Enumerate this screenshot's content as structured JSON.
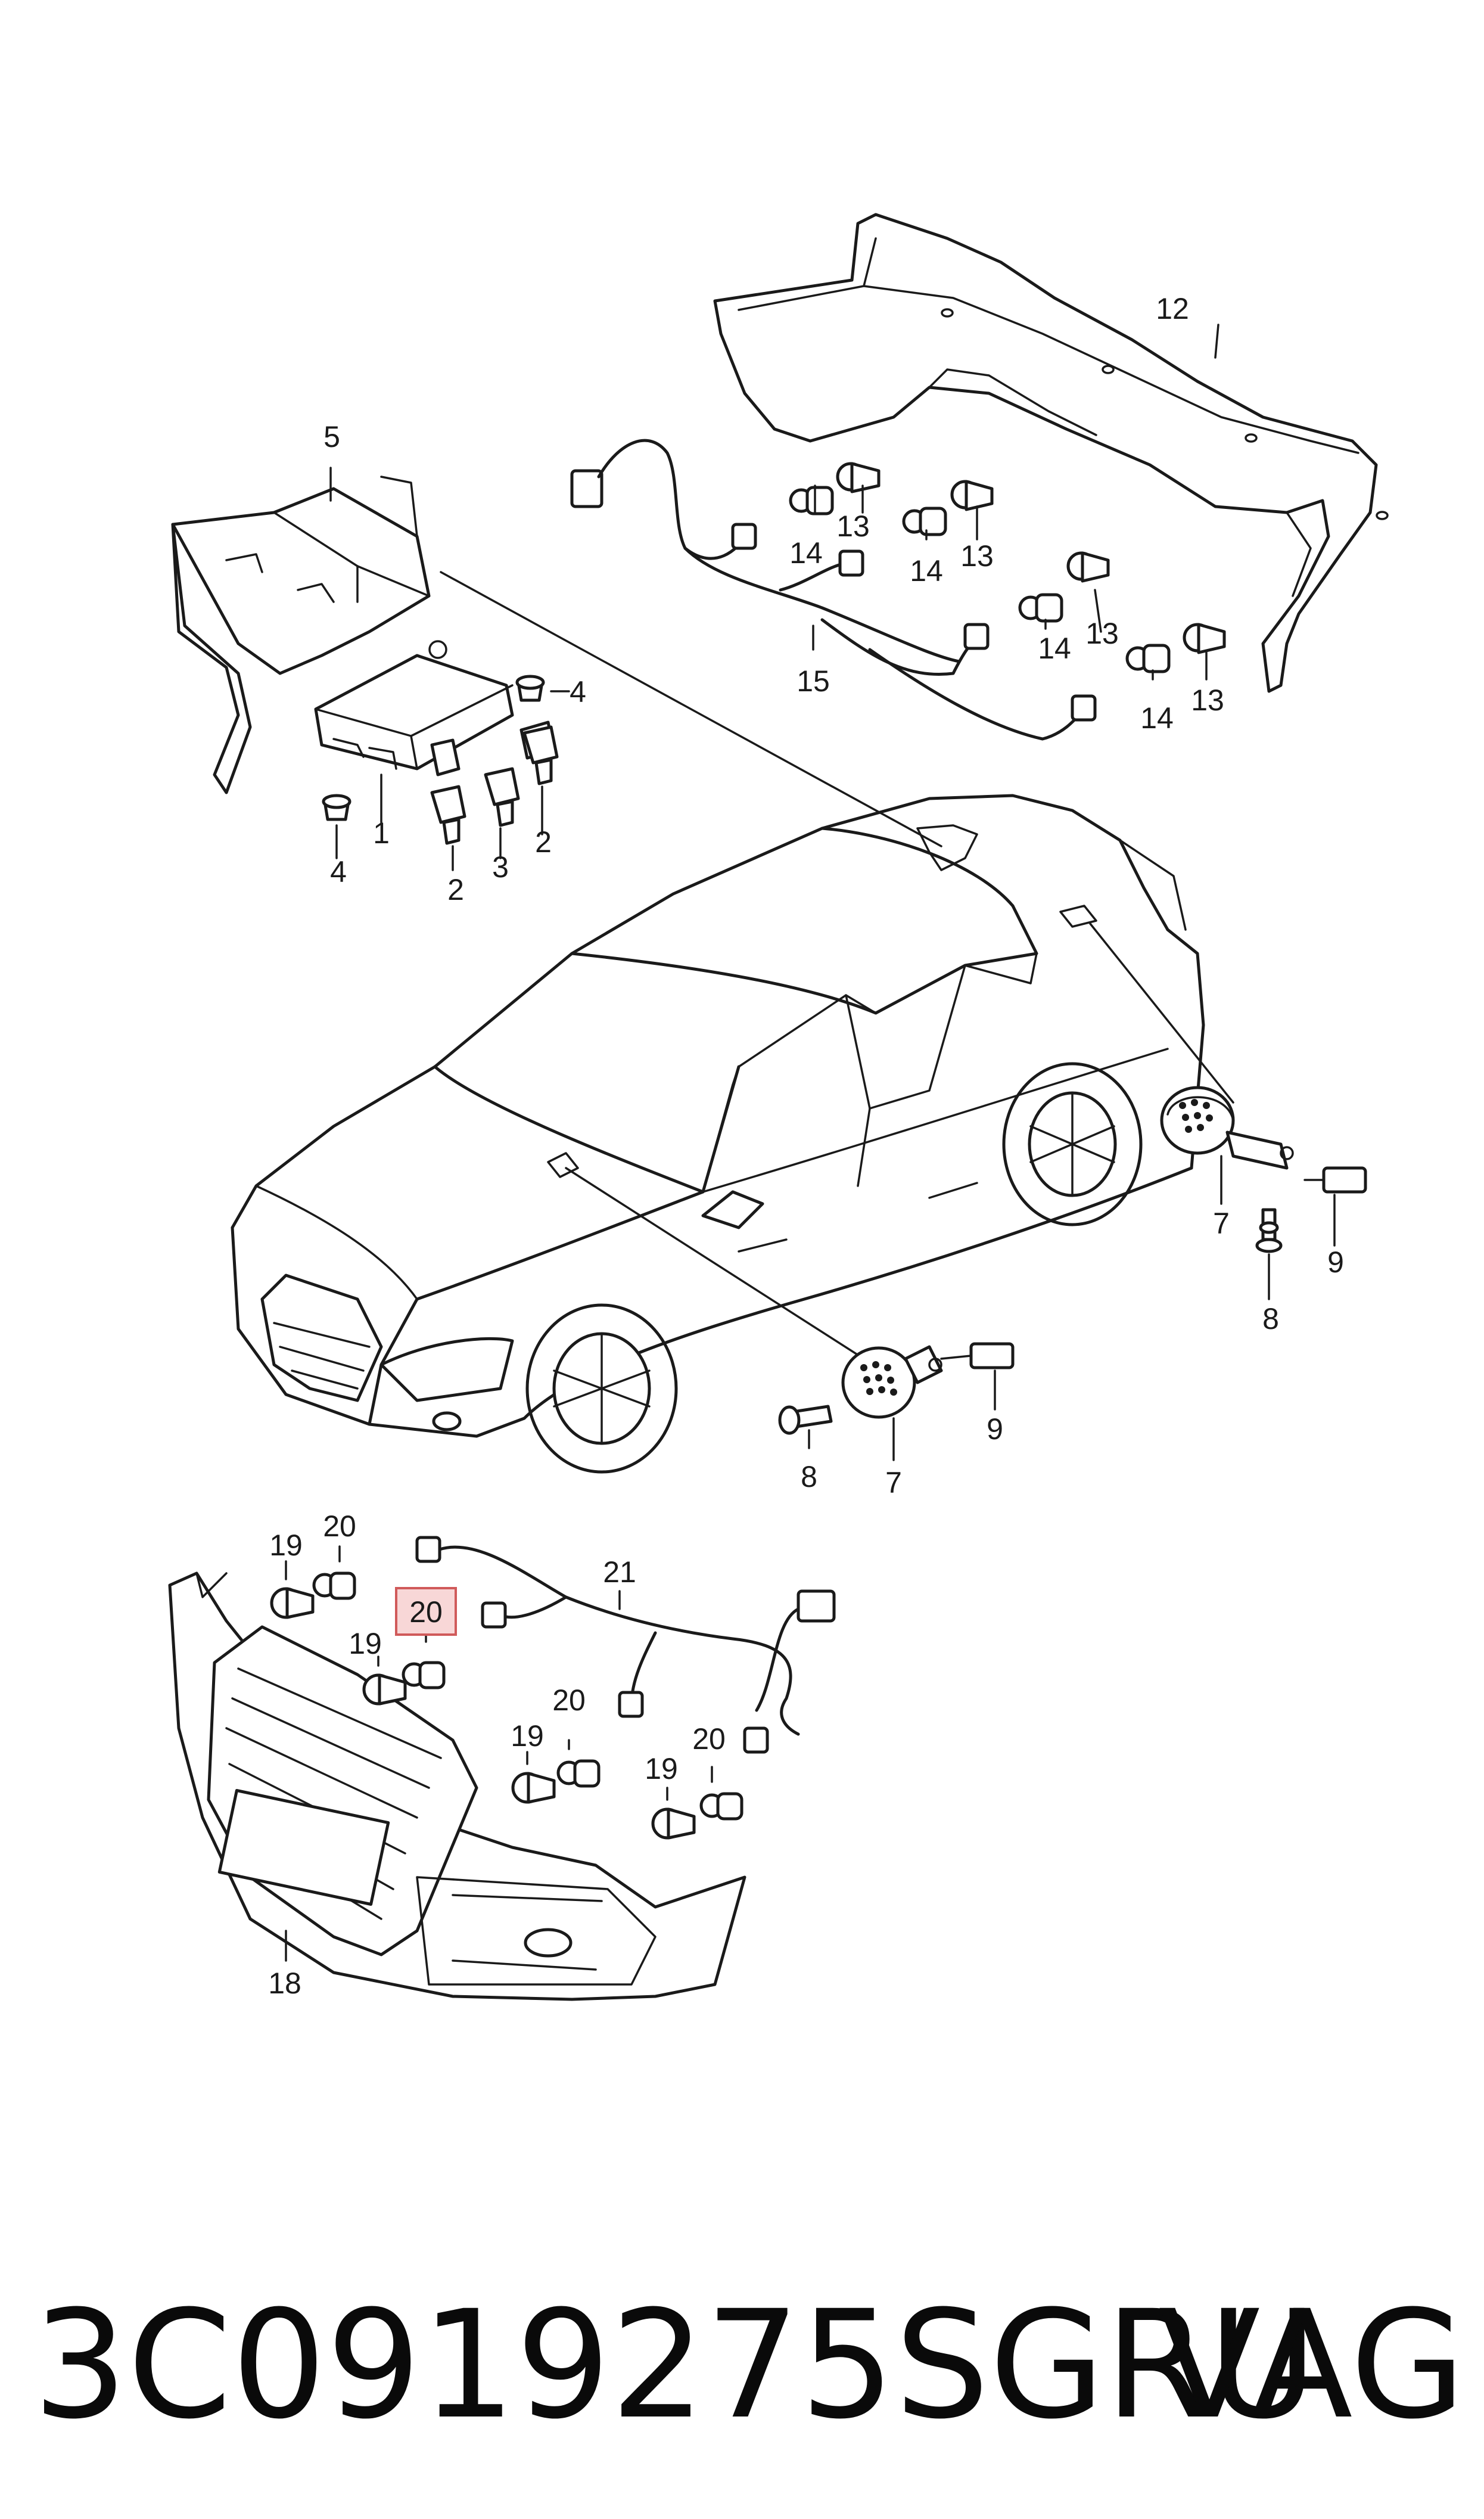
{
  "diagram": {
    "callouts": {
      "c1": "1",
      "c2a": "2",
      "c2b": "2",
      "c3": "3",
      "c4a": "4",
      "c4b": "4",
      "c5": "5",
      "c7a": "7",
      "c7b": "7",
      "c8a": "8",
      "c8b": "8",
      "c9a": "9",
      "c9b": "9",
      "c12": "12",
      "c13a": "13",
      "c13b": "13",
      "c13c": "13",
      "c13d": "13",
      "c14a": "14",
      "c14b": "14",
      "c14c": "14",
      "c14d": "14",
      "c15": "15",
      "c18": "18",
      "c19a": "19",
      "c19b": "19",
      "c19c": "19",
      "c19d": "19",
      "c20a": "20",
      "c20b": "20",
      "c20c": "20",
      "c20d": "20",
      "c21": "21"
    },
    "highlighted_part": "20",
    "highlight_color": "#f8d7d7"
  },
  "footer": {
    "part_number": "3C0919275SGRU",
    "brand": "VAG"
  }
}
